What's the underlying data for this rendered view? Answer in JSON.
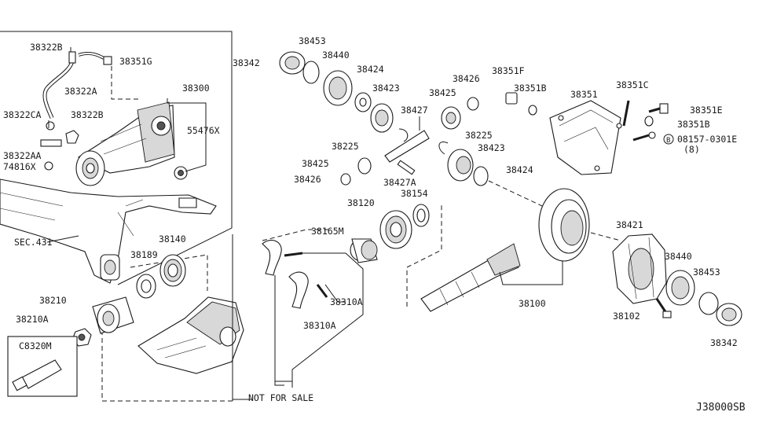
{
  "diagram_id": "J38000SB",
  "not_for_sale_label": "NOT FOR SALE",
  "sec_label": "SEC.431",
  "bolt_spec": {
    "circle_letter": "B",
    "part": "08157-0301E",
    "qty": "(8)"
  },
  "tube_label": "C8320M",
  "part_labels": {
    "p38322B_top": "38322B",
    "p38351G": "38351G",
    "p38322A": "38322A",
    "p38322CA": "38322CA",
    "p38322B_mid": "38322B",
    "p38322AA": "38322AA",
    "p74816X": "74816X",
    "p38300": "38300",
    "p55476X": "55476X",
    "p38140": "38140",
    "p38189": "38189",
    "p38210": "38210",
    "p38210A": "38210A",
    "p38342_top": "38342",
    "p38453_top": "38453",
    "p38440_top": "38440",
    "p38424_top": "38424",
    "p38423_top": "38423",
    "p38427": "38427",
    "p38225_left": "38225",
    "p38425_left": "38425",
    "p38426_left": "38426",
    "p38427A": "38427A",
    "p38425_right": "38425",
    "p38426_right": "38426",
    "p38225_right": "38225",
    "p38423_right": "38423",
    "p38424_right": "38424",
    "p38351F": "38351F",
    "p38351B_top": "38351B",
    "p38351": "38351",
    "p38351C": "38351C",
    "p38351E": "38351E",
    "p38351B_right": "38351B",
    "p38154": "38154",
    "p38120": "38120",
    "p38165M": "38165M",
    "p38310A_1": "38310A",
    "p38310A_2": "38310A",
    "p38100": "38100",
    "p38421": "38421",
    "p38440_right": "38440",
    "p38453_right": "38453",
    "p38102": "38102",
    "p38342_right": "38342"
  }
}
